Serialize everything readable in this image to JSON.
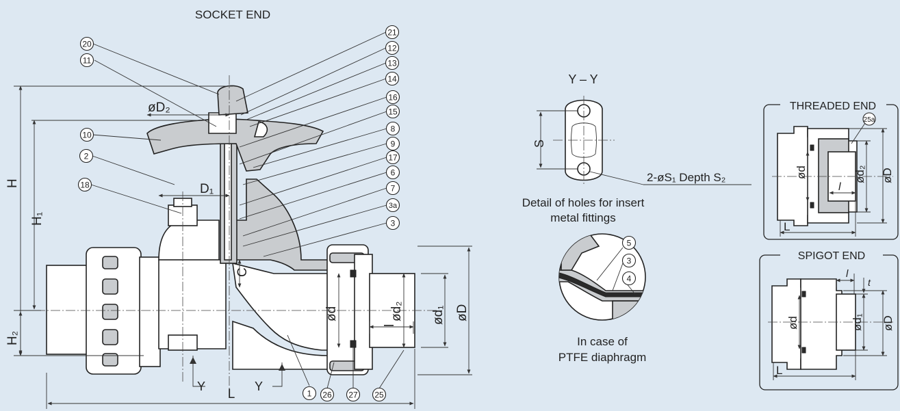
{
  "main": {
    "socket_end_title": "SOCKET  END",
    "section_left": "Y",
    "section_right": "Y",
    "dims": {
      "H": "H",
      "H1": "H₁",
      "H2": "H₂",
      "L": "L",
      "oD2": "øD₂",
      "D1": "D₁",
      "C": "C",
      "od": "ød",
      "od2": "ød₂",
      "l": "l",
      "od1": "ød₁",
      "oD": "øD"
    }
  },
  "balloons": {
    "b20": "20",
    "b11": "11",
    "b10": "10",
    "b2": "2",
    "b18": "18",
    "b21": "21",
    "b12": "12",
    "b13": "13",
    "b14": "14",
    "b16": "16",
    "b15": "15",
    "b8": "8",
    "b9": "9",
    "b17": "17",
    "b6": "6",
    "b7": "7",
    "b3a": "3a",
    "b3": "3",
    "b1": "1",
    "b26": "26",
    "b27": "27",
    "b25": "25",
    "b5": "5",
    "b4": "4",
    "b25a": "25a"
  },
  "yy_detail": {
    "title": "Y – Y",
    "dim_s": "S",
    "hole_spec": "2-øS₁  Depth S₂",
    "caption_line1": "Detail of holes for insert",
    "caption_line2": "metal fittings"
  },
  "ptfe_detail": {
    "caption_line1": "In case of",
    "caption_line2": "PTFE diaphragm"
  },
  "threaded_end": {
    "title": "THREADED END",
    "dim_od": "ød",
    "dim_od2": "ød₂",
    "dim_oD": "øD",
    "dim_l": "l",
    "dim_L": "L"
  },
  "spigot_end": {
    "title": "SPIGOT END",
    "dim_l": "l",
    "dim_t": "t",
    "dim_od": "ød",
    "dim_od1": "ød₁",
    "dim_oD": "øD",
    "dim_L": "L"
  }
}
